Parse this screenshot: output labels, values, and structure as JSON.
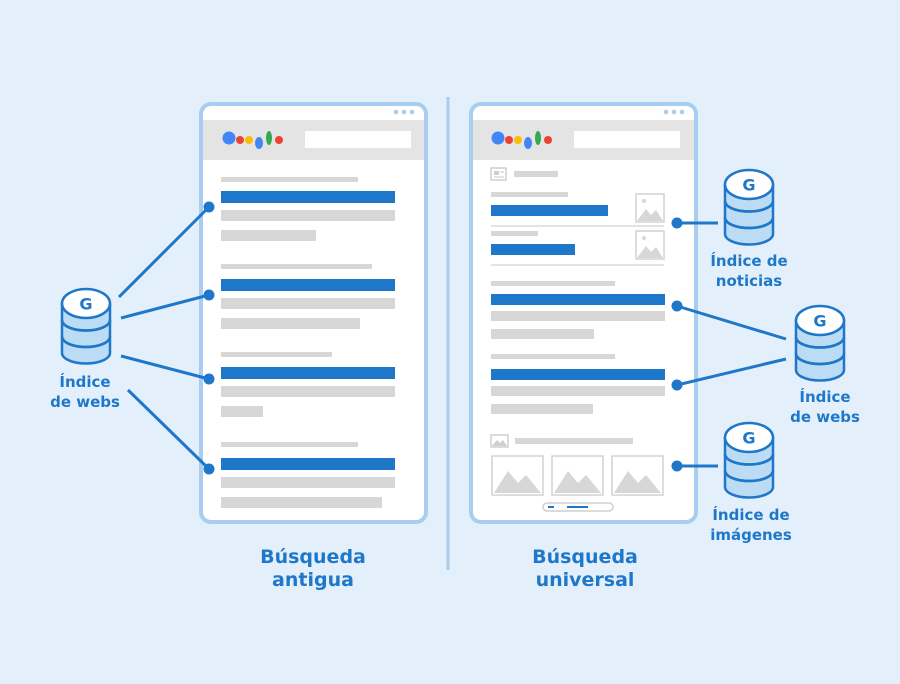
{
  "colors": {
    "background": "#e3f0fb",
    "accent": "#1f77c9",
    "frame": "#a9cdee",
    "placeholder": "#d7d7d7",
    "logo": [
      "#4285f4",
      "#ea4335",
      "#fbbc05",
      "#4285f4",
      "#34a853",
      "#ea4335"
    ]
  },
  "icon_names": {
    "database": "database-g-icon",
    "logo": "search-engine-logo-icon",
    "image": "image-placeholder-icon"
  },
  "left_db": {
    "glyph": "G",
    "line1": "Índice",
    "line2": "de webs"
  },
  "right_dbs": [
    {
      "glyph": "G",
      "line1": "Índice de",
      "line2": "noticias"
    },
    {
      "glyph": "G",
      "line1": "Índice",
      "line2": "de webs"
    },
    {
      "glyph": "G",
      "line1": "Índice de",
      "line2": "imágenes"
    }
  ],
  "old_search": {
    "line1": "Búsqueda",
    "line2": "antigua"
  },
  "universal_search": {
    "line1": "Búsqueda",
    "line2": "universal"
  }
}
